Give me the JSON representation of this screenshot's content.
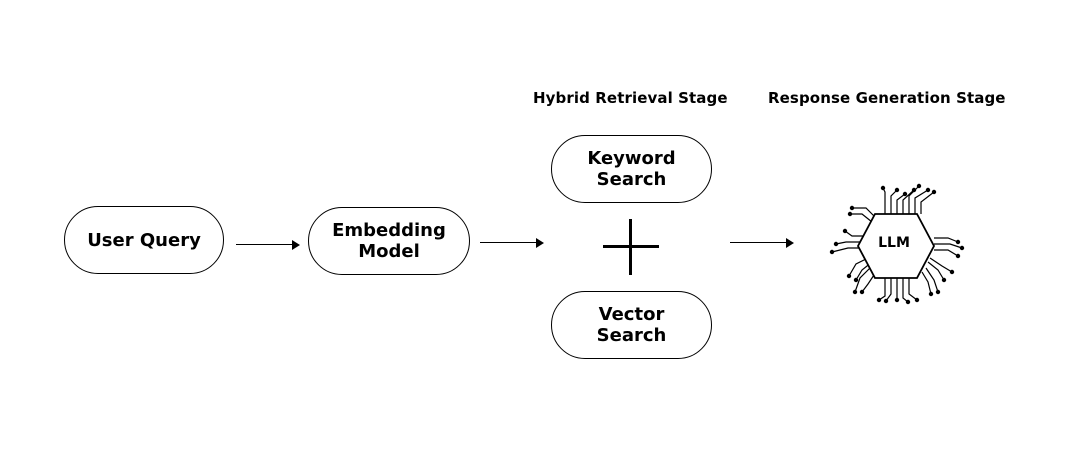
{
  "stages": {
    "retrieval_label": "Hybrid Retrieval Stage",
    "generation_label": "Response Generation Stage"
  },
  "nodes": {
    "user_query": "User Query",
    "embedding_model": [
      "Embedding",
      "Model"
    ],
    "keyword_search": [
      "Keyword",
      "Search"
    ],
    "vector_search": [
      "Vector",
      "Search"
    ],
    "llm": "LLM"
  }
}
